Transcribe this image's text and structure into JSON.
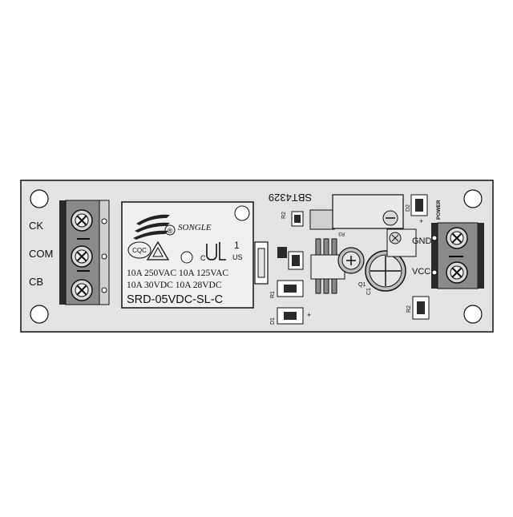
{
  "board": {
    "id_text": "SBT4329",
    "colors": {
      "pcb": "#e3e3e3",
      "outline": "#111111",
      "mid": "#8a8a8a",
      "dark": "#2a2a2a"
    }
  },
  "left_terminals": {
    "labels": [
      "CK",
      "COM",
      "CB"
    ]
  },
  "relay": {
    "brand": "SONGLE",
    "registered": "®",
    "ccc": "CQC",
    "cert_c": "C",
    "cert_num": "1",
    "cert_us": "US",
    "ratings_line1": "10A 250VAC  10A 125VAC",
    "ratings_line2": "10A  30VDC  10A   28VDC",
    "model": "SRD-05VDC-SL-C"
  },
  "components": {
    "r2": "R2",
    "r3": "R3",
    "r1": "R1",
    "d1": "D1",
    "d1_plus": "+",
    "q1": "Q1",
    "c1": "C1",
    "d2": "D2",
    "d2_plus": "+",
    "power": "POWER",
    "r2b": "R2"
  },
  "right_terminals": {
    "labels": [
      "GND",
      "VCC"
    ]
  }
}
